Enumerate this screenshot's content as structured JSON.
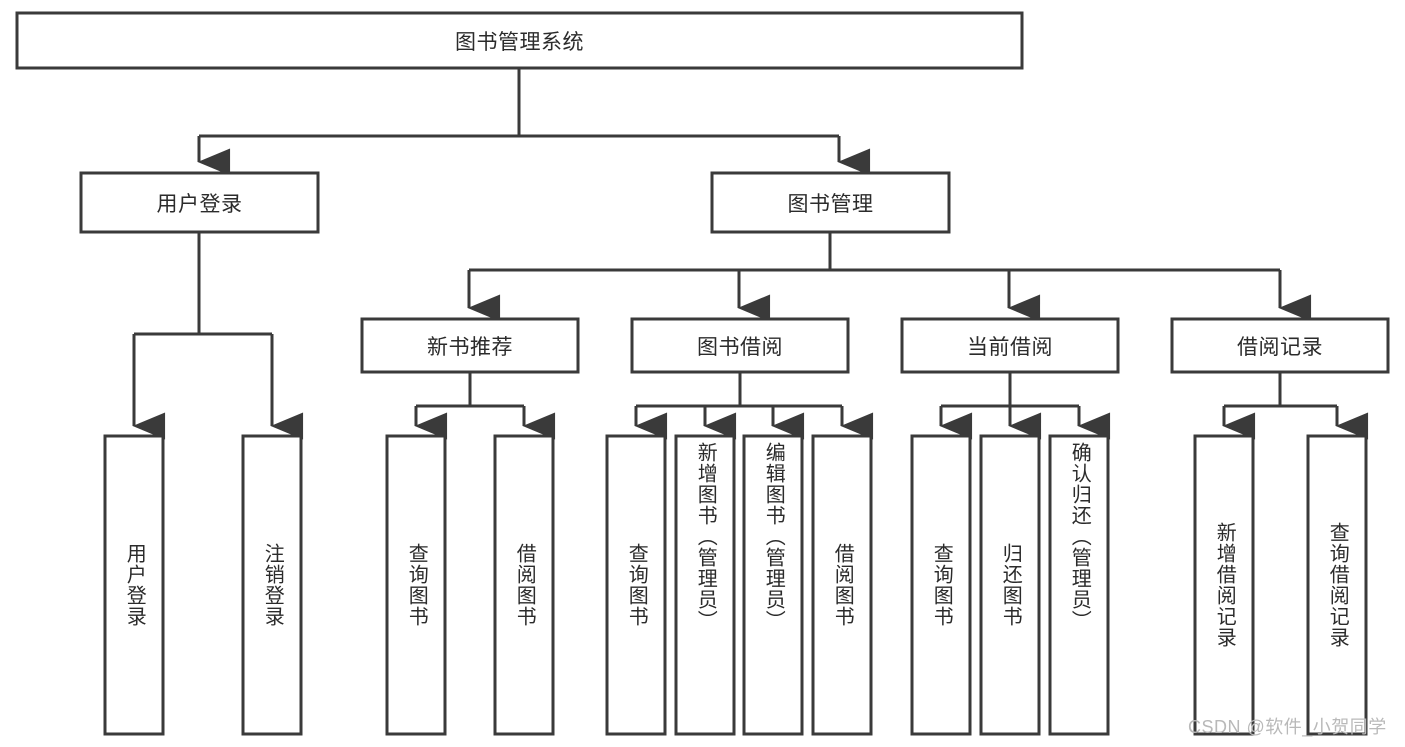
{
  "diagram": {
    "title": "图书管理系统",
    "type": "tree-hierarchy",
    "colors": {
      "stroke": "#3a3a3a",
      "fill": "#ffffff",
      "text": "#2b2b2b",
      "watermark": "#b9b9b9"
    },
    "levels": {
      "root": {
        "label": "图书管理系统"
      },
      "level2": [
        {
          "label": "用户登录"
        },
        {
          "label": "图书管理"
        }
      ],
      "level3": [
        {
          "label": "新书推荐"
        },
        {
          "label": "图书借阅"
        },
        {
          "label": "当前借阅"
        },
        {
          "label": "借阅记录"
        }
      ],
      "leaves_user_login": [
        {
          "label": "用户登录"
        },
        {
          "label": "注销登录"
        }
      ],
      "leaves_new_book": [
        {
          "label": "查询图书"
        },
        {
          "label": "借阅图书"
        }
      ],
      "leaves_borrow": [
        {
          "label": "查询图书"
        },
        {
          "label": "新增图书（管理员）"
        },
        {
          "label": "编辑图书（管理员）"
        },
        {
          "label": "借阅图书"
        }
      ],
      "leaves_current": [
        {
          "label": "查询图书"
        },
        {
          "label": "归还图书"
        },
        {
          "label": "确认归还（管理员）"
        }
      ],
      "leaves_records": [
        {
          "label": "新增借阅记录"
        },
        {
          "label": "查询借阅记录"
        }
      ]
    }
  },
  "watermark": {
    "text": "CSDN @软件_小贺同学"
  }
}
